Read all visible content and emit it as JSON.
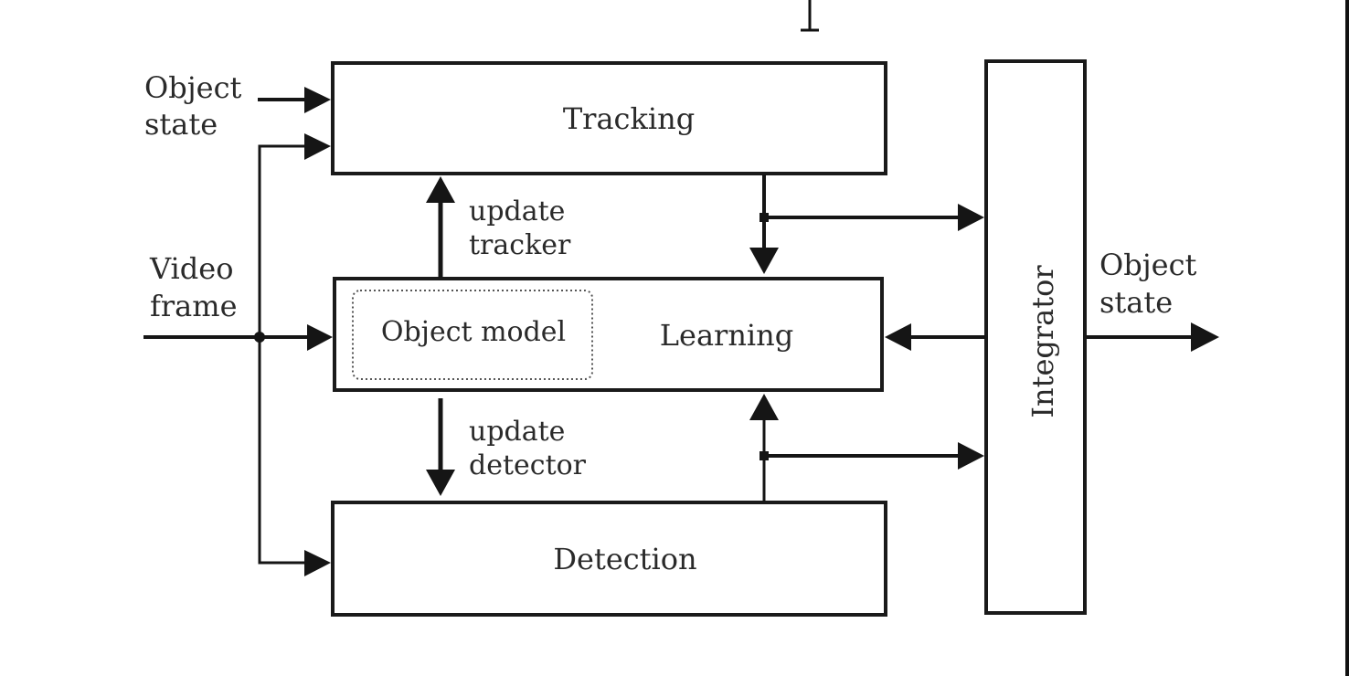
{
  "diagram": {
    "blocks": {
      "tracking": "Tracking",
      "learning": "Learning",
      "object_model": "Object model",
      "detection": "Detection",
      "integrator": "Integrator"
    },
    "inputs": {
      "object_state": [
        "Object",
        "state"
      ],
      "video_frame": [
        "Video",
        "frame"
      ]
    },
    "edge_labels": {
      "update_tracker": [
        "update",
        "tracker"
      ],
      "update_detector": [
        "update",
        "detector"
      ]
    },
    "outputs": {
      "object_state": [
        "Object",
        "state"
      ]
    },
    "colors": {
      "stroke": "#151515",
      "text": "#2a2a2a",
      "background": "#ffffff"
    }
  }
}
